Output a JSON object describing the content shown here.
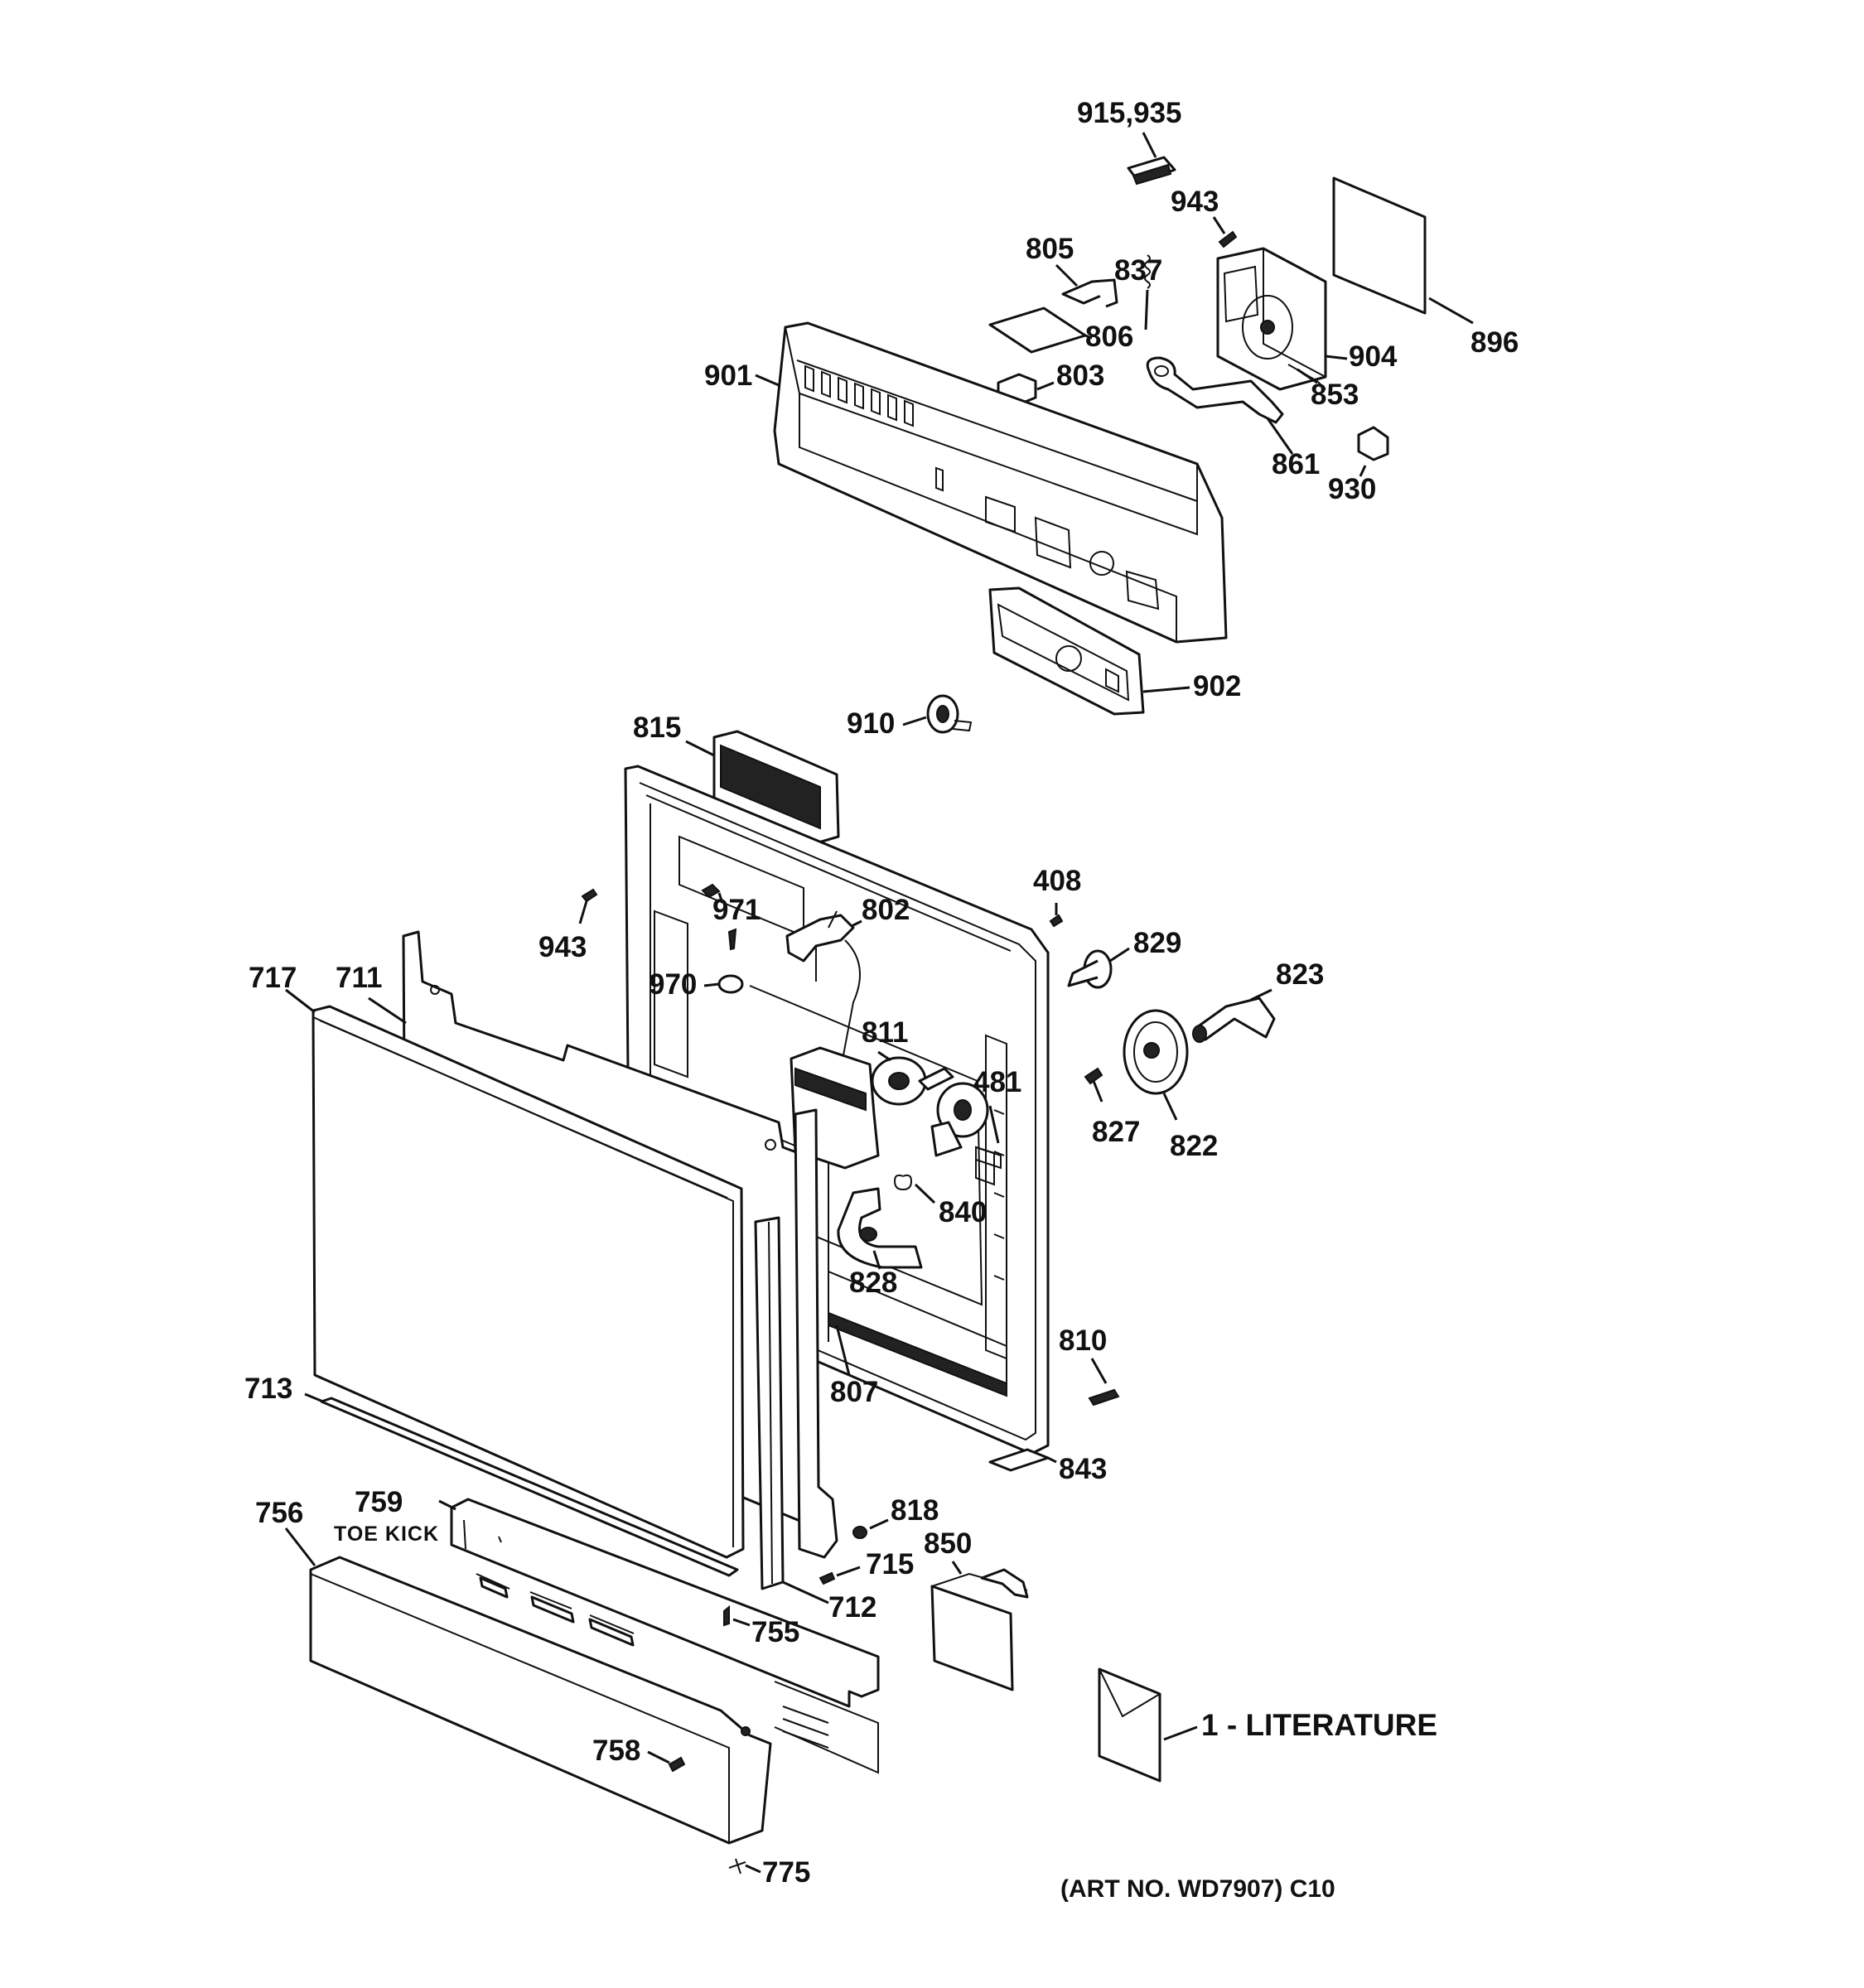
{
  "diagram": {
    "parts": [
      {
        "id": "p915",
        "text": "915,935"
      },
      {
        "id": "p943a",
        "text": "943"
      },
      {
        "id": "p805",
        "text": "805"
      },
      {
        "id": "p837",
        "text": "837"
      },
      {
        "id": "p806",
        "text": "806"
      },
      {
        "id": "p896",
        "text": "896"
      },
      {
        "id": "p904",
        "text": "904"
      },
      {
        "id": "p901",
        "text": "901"
      },
      {
        "id": "p803",
        "text": "803"
      },
      {
        "id": "p853",
        "text": "853"
      },
      {
        "id": "p861",
        "text": "861"
      },
      {
        "id": "p930",
        "text": "930"
      },
      {
        "id": "p902",
        "text": "902"
      },
      {
        "id": "p910",
        "text": "910"
      },
      {
        "id": "p815",
        "text": "815"
      },
      {
        "id": "p408",
        "text": "408"
      },
      {
        "id": "p943b",
        "text": "943"
      },
      {
        "id": "p971",
        "text": "971"
      },
      {
        "id": "p802",
        "text": "802"
      },
      {
        "id": "p829",
        "text": "829"
      },
      {
        "id": "p717",
        "text": "717"
      },
      {
        "id": "p711",
        "text": "711"
      },
      {
        "id": "p970",
        "text": "970"
      },
      {
        "id": "p823",
        "text": "823"
      },
      {
        "id": "p811",
        "text": "811"
      },
      {
        "id": "p481",
        "text": "481"
      },
      {
        "id": "p827",
        "text": "827"
      },
      {
        "id": "p822",
        "text": "822"
      },
      {
        "id": "p840",
        "text": "840"
      },
      {
        "id": "p828",
        "text": "828"
      },
      {
        "id": "p810",
        "text": "810"
      },
      {
        "id": "p713",
        "text": "713"
      },
      {
        "id": "p807",
        "text": "807"
      },
      {
        "id": "p843",
        "text": "843"
      },
      {
        "id": "p818",
        "text": "818"
      },
      {
        "id": "p756",
        "text": "756"
      },
      {
        "id": "p759",
        "text": "759"
      },
      {
        "id": "p850",
        "text": "850"
      },
      {
        "id": "p715",
        "text": "715"
      },
      {
        "id": "p712",
        "text": "712"
      },
      {
        "id": "p755",
        "text": "755"
      },
      {
        "id": "p758",
        "text": "758"
      },
      {
        "id": "p775",
        "text": "775"
      }
    ],
    "toe_kick": "TOE KICK",
    "literature": "1 - LITERATURE",
    "art_no": "(ART NO. WD7907) C10"
  }
}
